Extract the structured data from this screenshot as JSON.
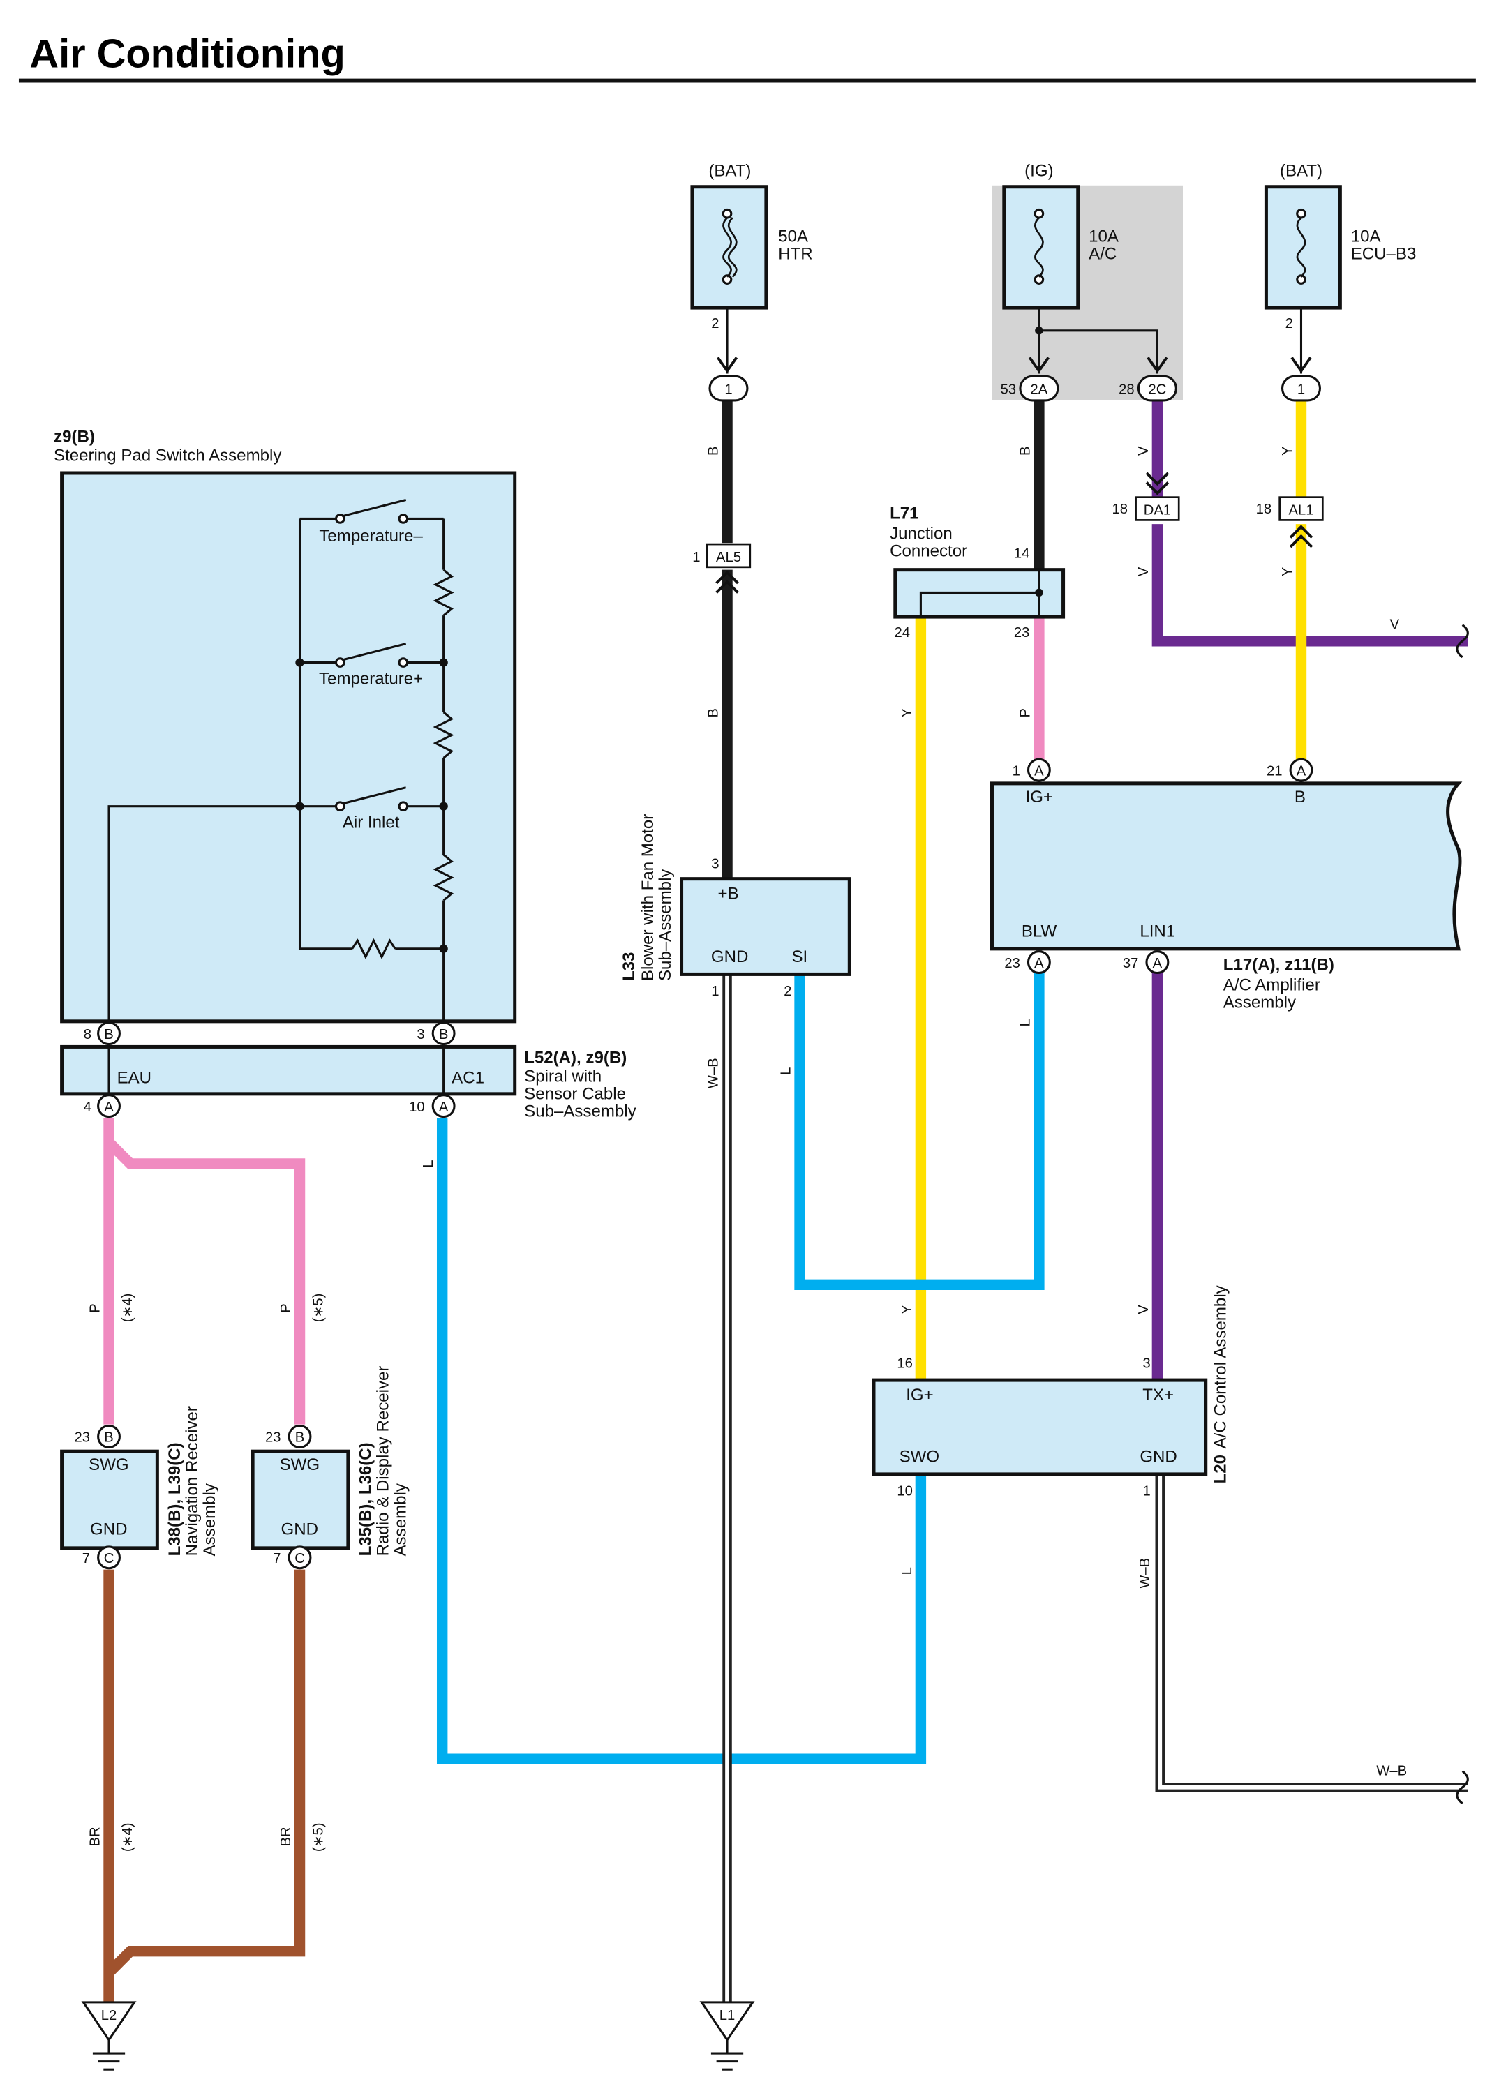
{
  "title": "Air Conditioning",
  "fuses": {
    "htr": {
      "source": "(BAT)",
      "rating": "50A",
      "name": "HTR",
      "pin": "2"
    },
    "ac": {
      "source": "(IG)",
      "rating": "10A",
      "name": "A/C"
    },
    "ecu": {
      "source": "(BAT)",
      "rating": "10A",
      "name": "ECU–B3",
      "pin": "2"
    }
  },
  "junction_pins": {
    "htr_pin": "1",
    "ac_pin1_num": "53",
    "ac_pin1": "2A",
    "ac_pin2_num": "28",
    "ac_pin2": "2C",
    "ecu_pin": "1"
  },
  "connectors": {
    "al5": {
      "num": "1",
      "label": "AL5"
    },
    "da1": {
      "num": "18",
      "label": "DA1"
    },
    "al1": {
      "num": "18",
      "label": "AL1"
    }
  },
  "steering_pad": {
    "code": "z9(B)",
    "name": "Steering Pad Switch Assembly",
    "switches": [
      "Temperature–",
      "Temperature+",
      "Air Inlet"
    ],
    "pin_left_num": "8",
    "pin_left": "B",
    "pin_right_num": "3",
    "pin_right": "B"
  },
  "spiral": {
    "code": "L52(A), z9(B)",
    "name_lines": [
      "Spiral with",
      "Sensor Cable",
      "Sub–Assembly"
    ],
    "term_left": "EAU",
    "term_right": "AC1",
    "pin_left_num": "4",
    "pin_left": "A",
    "pin_right_num": "10",
    "pin_right": "A"
  },
  "junction_connector": {
    "code": "L71",
    "name_lines": [
      "Junction",
      "Connector"
    ],
    "pin_in": "14",
    "pin_out_left": "24",
    "pin_out_right": "23"
  },
  "blower": {
    "code": "L33",
    "name_lines": [
      "Blower with Fan Motor",
      "Sub–Assembly"
    ],
    "term_b": "+B",
    "term_gnd": "GND",
    "term_si": "SI",
    "pin_b": "3",
    "pin_gnd": "1",
    "pin_si": "2"
  },
  "amplifier": {
    "code": "L17(A), z11(B)",
    "name_lines": [
      "A/C Amplifier",
      "Assembly"
    ],
    "term_ig": "IG+",
    "term_b": "B",
    "term_blw": "BLW",
    "term_lin": "LIN1",
    "pin_ig_num": "1",
    "pin_ig": "A",
    "pin_b_num": "21",
    "pin_b": "A",
    "pin_blw_num": "23",
    "pin_blw": "A",
    "pin_lin_num": "37",
    "pin_lin": "A"
  },
  "control": {
    "code": "L20",
    "name": "A/C Control Assembly",
    "term_ig": "IG+",
    "term_tx": "TX+",
    "term_swo": "SWO",
    "term_gnd": "GND",
    "pin_ig": "16",
    "pin_tx": "3",
    "pin_swo": "10",
    "pin_gnd": "1"
  },
  "nav": {
    "code": "L38(B), L39(C)",
    "name_lines": [
      "Navigation Receiver",
      "Assembly"
    ],
    "term_swg": "SWG",
    "term_gnd": "GND",
    "pin_swg_num": "23",
    "pin_swg": "B",
    "pin_gnd_num": "7",
    "pin_gnd": "C"
  },
  "radio": {
    "code": "L35(B), L36(C)",
    "name_lines": [
      "Radio & Display Receiver",
      "Assembly"
    ],
    "term_swg": "SWG",
    "term_gnd": "GND",
    "pin_swg_num": "23",
    "pin_swg": "B",
    "pin_gnd_num": "7",
    "pin_gnd": "C"
  },
  "grounds": {
    "left": "L2",
    "center": "L1"
  },
  "wire_labels": {
    "b": "B",
    "v": "V",
    "y": "Y",
    "p": "P",
    "l": "L",
    "wb": "W–B",
    "br": "BR",
    "note4": "(∗4)",
    "note5": "(∗5)"
  },
  "colors": {
    "black": "#1a1a1a",
    "purple": "#6a2a90",
    "yellow": "#ffe000",
    "pink": "#f08ac0",
    "blue": "#00aeef",
    "brown": "#a0522d",
    "component_fill": "#cfeaf7",
    "ig_shade": "#d4d4d4"
  }
}
